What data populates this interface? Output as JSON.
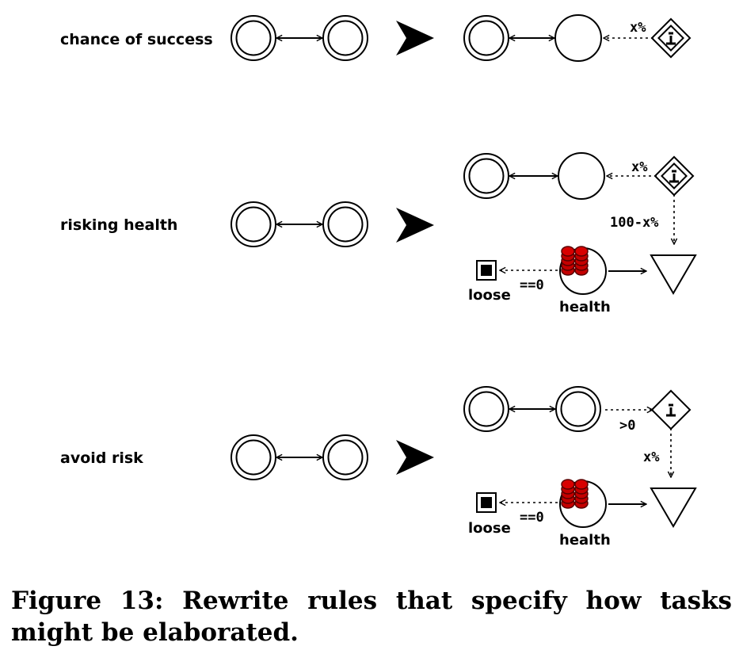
{
  "rules": [
    {
      "name": "chance of success",
      "labels": {
        "chance": "x%"
      }
    },
    {
      "name": "risking health",
      "labels": {
        "chance": "x%",
        "complement": "100-x%",
        "zero_check": "==0",
        "lose": "loose",
        "resource": "health"
      }
    },
    {
      "name": "avoid risk",
      "labels": {
        "positive_check": ">0",
        "chance": "x%",
        "zero_check": "==0",
        "lose": "loose",
        "resource": "health"
      }
    }
  ],
  "caption": {
    "line1": "Figure 13: Rewrite rules that specify how tasks",
    "line2": "might be elaborated."
  }
}
